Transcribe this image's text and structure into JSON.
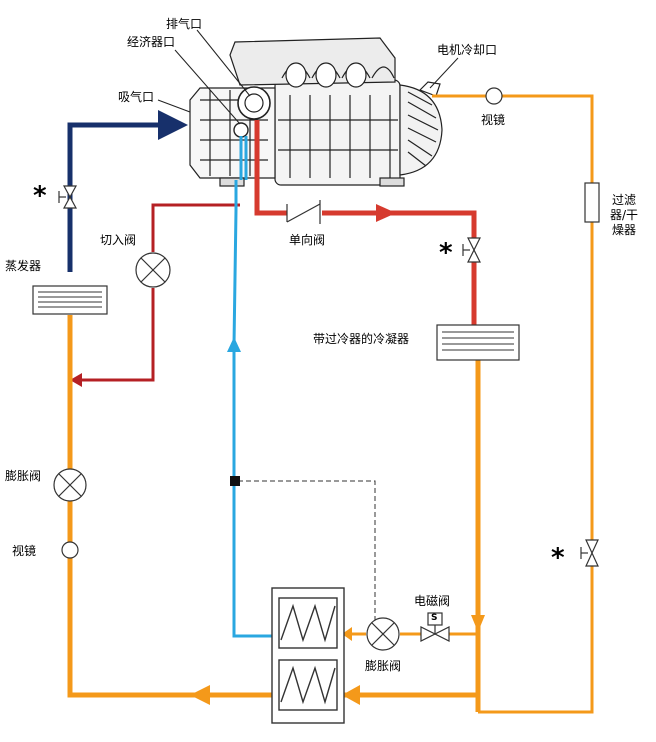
{
  "labels": {
    "discharge_port": "排气口",
    "economizer_port": "经济器口",
    "suction_port": "吸气口",
    "motor_cooling_port": "电机冷却口",
    "sight_glass_top": "视镜",
    "filter_dryer": "过滤器/干燥器",
    "cut_in_valve": "切入阀",
    "check_valve": "单向阀",
    "evaporator": "蒸发器",
    "condenser": "带过冷器的冷凝器",
    "expansion_valve_left": "膨胀阀",
    "sight_glass_left": "视镜",
    "solenoid_valve": "电磁阀",
    "solenoid_symbol": "S",
    "expansion_valve_bottom": "膨胀阀"
  },
  "markers": {
    "service_valve_star": "*"
  },
  "colors": {
    "suction_line": "#17306b",
    "discharge_line": "#d63a2e",
    "cut_in_line": "#b52024",
    "economizer_line": "#2aa7e0",
    "liquid_line": "#f4991a",
    "component_outline": "#333333"
  }
}
